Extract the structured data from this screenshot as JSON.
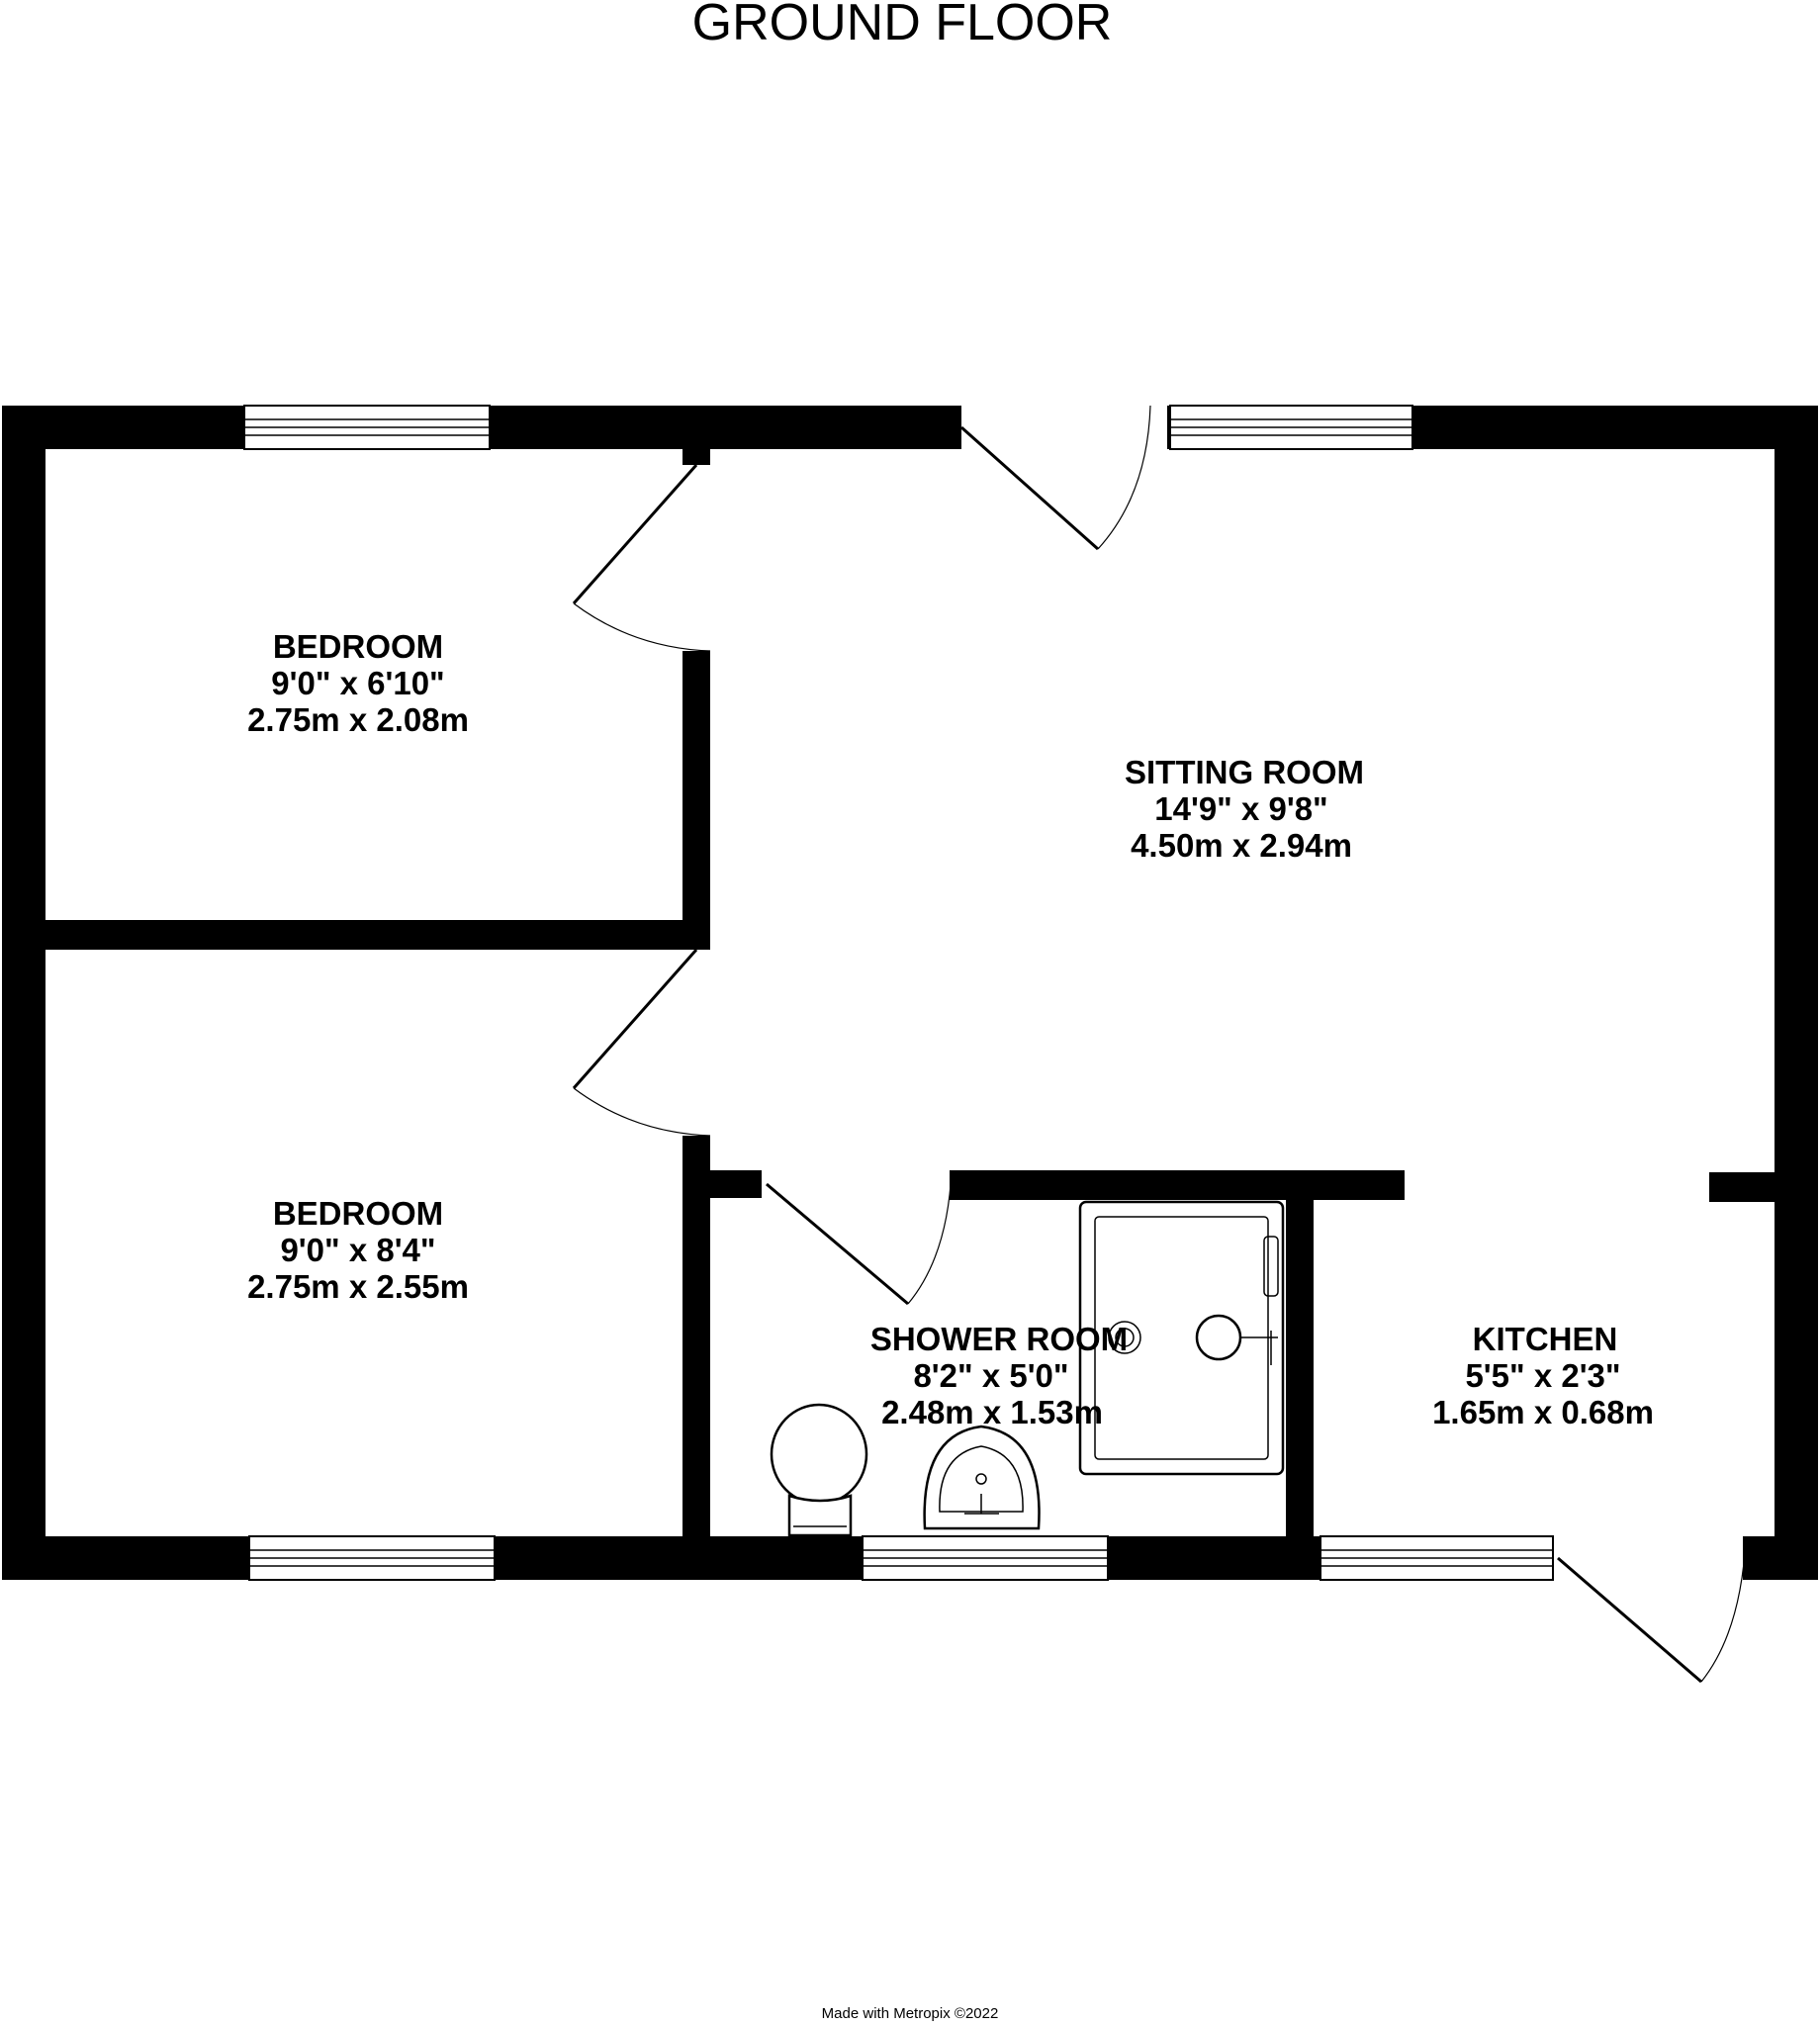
{
  "floor_title": "GROUND FLOOR",
  "rooms": [
    {
      "name": "BEDROOM",
      "imperial": "9'0\"  x 6'10\"",
      "metric": "2.75m  x 2.08m"
    },
    {
      "name": "SITTING ROOM",
      "imperial": "14'9\"  x 9'8\"",
      "metric": "4.50m  x 2.94m"
    },
    {
      "name": "BEDROOM",
      "imperial": "9'0\"  x 8'4\"",
      "metric": "2.75m  x 2.55m"
    },
    {
      "name": "SHOWER ROOM",
      "imperial": "8'2\"  x 5'0\"",
      "metric": "2.48m  x 1.53m"
    },
    {
      "name": "KITCHEN",
      "imperial": "5'5\"  x 2'3\"",
      "metric": "1.65m  x 0.68m"
    }
  ],
  "credit": "Made with Metropix ©2022",
  "colors": {
    "wall": "#000000",
    "background": "#ffffff"
  }
}
